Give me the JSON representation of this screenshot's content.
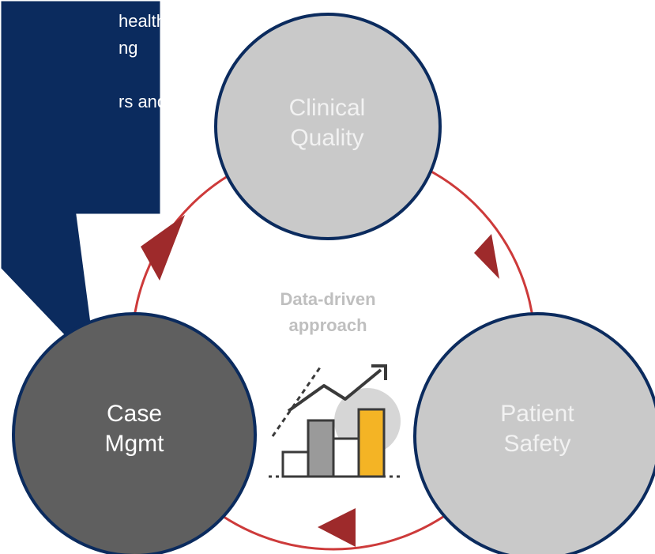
{
  "callout": {
    "line1": "health",
    "line2": "ng",
    "line3": "rs and"
  },
  "nodes": {
    "clinical_quality": {
      "line1": "Clinical",
      "line2": "Quality",
      "color": "#c9c9c9"
    },
    "patient_safety": {
      "line1": "Patient",
      "line2": "Safety",
      "color": "#c9c9c9"
    },
    "case_mgmt": {
      "line1": "Case",
      "line2": "Mgmt",
      "color": "#5f5f5f"
    }
  },
  "center": {
    "line1": "Data-driven",
    "line2": "approach",
    "icon": "analytics-chart-icon"
  },
  "colors": {
    "navy": "#0b2b5e",
    "arrow_red": "#9e2a2b",
    "ring": "#cd3a3a",
    "accent_yellow": "#f4b425",
    "icon_gray": "#9a9a9a",
    "icon_dark": "#3a3a3a"
  }
}
